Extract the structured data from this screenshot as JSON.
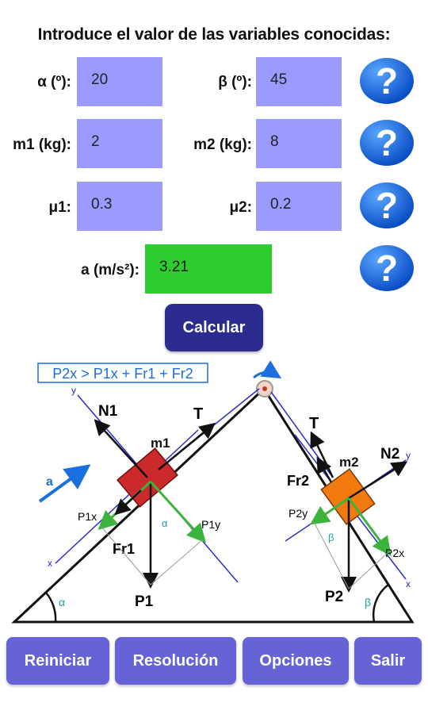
{
  "header": {
    "title": "Introduce el valor de las variables conocidas:"
  },
  "fields": {
    "alpha": {
      "label": "α (º):",
      "value": "20"
    },
    "beta": {
      "label": "β (º):",
      "value": "45"
    },
    "m1": {
      "label": "m1 (kg):",
      "value": "2"
    },
    "m2": {
      "label": "m2 (kg):",
      "value": "8"
    },
    "mu1": {
      "label": "μ1:",
      "value": "0.3"
    },
    "mu2": {
      "label": "μ2:",
      "value": "0.2"
    },
    "a": {
      "label": "a (m/s²):",
      "value": "3.21"
    }
  },
  "help_glyph": "?",
  "buttons": {
    "calcular": "Calcular",
    "reiniciar": "Reiniciar",
    "resolucion": "Resolución",
    "opciones": "Opciones",
    "salir": "Salir"
  },
  "diagram": {
    "condition": "P2x > P1x + Fr1 + Fr2",
    "labels": {
      "m1": "m1",
      "m2": "m2",
      "N1": "N1",
      "N2": "N2",
      "T_left": "T",
      "T_right": "T",
      "Fr1": "Fr1",
      "Fr2": "Fr2",
      "P1": "P1",
      "P2": "P2",
      "P1x": "P1x",
      "P1y": "P1y",
      "P2x": "P2x",
      "P2y": "P2y",
      "a": "a",
      "alpha": "α",
      "beta": "β",
      "x": "x",
      "y": "y"
    },
    "colors": {
      "block1": "#cc2a2a",
      "block2": "#f07a10",
      "component": "#3cb43c",
      "axis": "#2a2ad0",
      "accel": "#1a6fe0"
    }
  }
}
